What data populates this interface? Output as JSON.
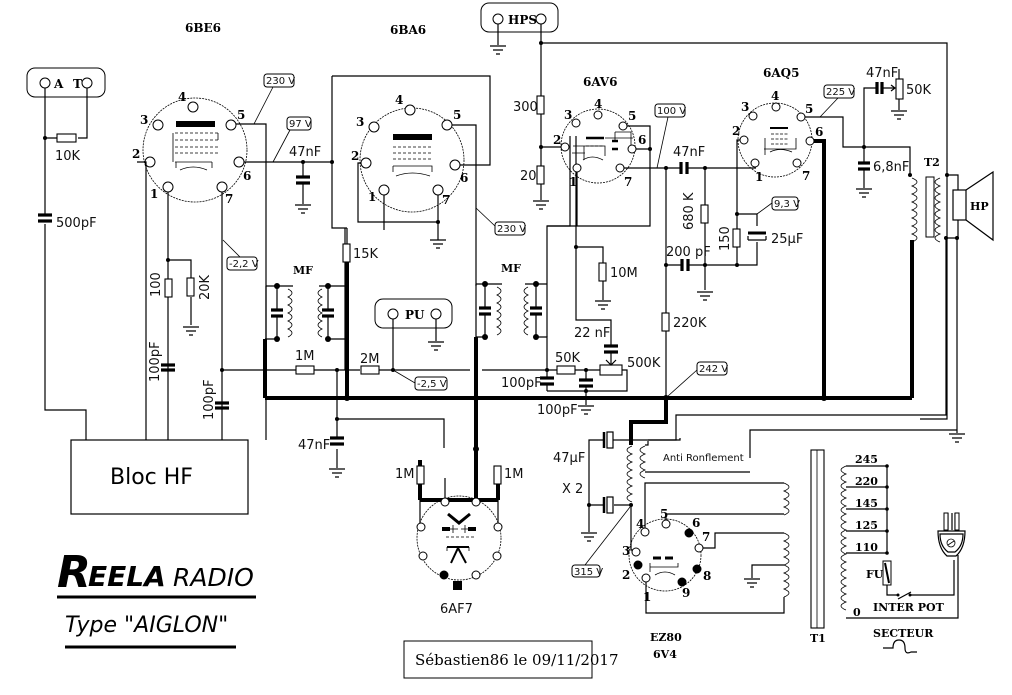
{
  "title": {
    "brand_initial": "R",
    "brand_rest": "EELA",
    "brand_suffix": "RADIO",
    "model": "Type \"AIGLON\""
  },
  "credit": "Sébastien86 le 09/11/2017",
  "tubes": {
    "t1": "6BE6",
    "t2": "6BA6",
    "t3": "6AV6",
    "t4": "6AQ5",
    "t5": "6AF7",
    "t6a": "EZ80",
    "t6b": "6V4"
  },
  "connectors": {
    "antenna_a": "A",
    "antenna_t": "T",
    "hps": "HPS",
    "pu": "PU"
  },
  "blocks": {
    "bloc_hf": "Bloc HF",
    "mf1": "MF",
    "mf2": "MF",
    "t2": "T2",
    "hp": "HP",
    "t1": "T1",
    "anti": "Anti Ronflement",
    "secteur": "SECTEUR",
    "fuse": "FU",
    "switch": "INTER POT"
  },
  "components": {
    "r10k": "10K",
    "c500p": "500pF",
    "r100": "100",
    "r20k": "20K",
    "c100p_a": "100pF",
    "c100p_b": "100pF",
    "c47n_a": "47nF",
    "r15k": "15K",
    "r1m": "1M",
    "r2m": "2M",
    "c47n_b": "47nF",
    "r1m_a": "1M",
    "r1m_b": "1M",
    "r300": "300",
    "r20": "20",
    "r10m": "10M",
    "c22n": "22 nF",
    "r50k": "50K",
    "p500k": "500K",
    "c100p_c": "100pF",
    "c100p_d": "100pF",
    "c47n_c": "47nF",
    "r680k": "680 K",
    "c200p": "200 pF",
    "r150": "150",
    "c25u": "25µF",
    "r220k": "220K",
    "c47n_d": "47nF",
    "p50k": "50K",
    "c6n8": "6,8nF",
    "c47u": "47µF",
    "x2": "X 2"
  },
  "voltages": {
    "v230a": "230 V",
    "v97": "97 V",
    "vm22": "-2,2 V",
    "v230b": "230 V",
    "vm25": "-2,5 V",
    "v100": "100 V",
    "v225": "225 V",
    "v93": "9,3 V",
    "v242": "242 V",
    "v315": "315 V"
  },
  "taps": [
    "245",
    "220",
    "145",
    "125",
    "110",
    "0"
  ],
  "pins": [
    "1",
    "2",
    "3",
    "4",
    "5",
    "6",
    "7",
    "8",
    "9"
  ]
}
